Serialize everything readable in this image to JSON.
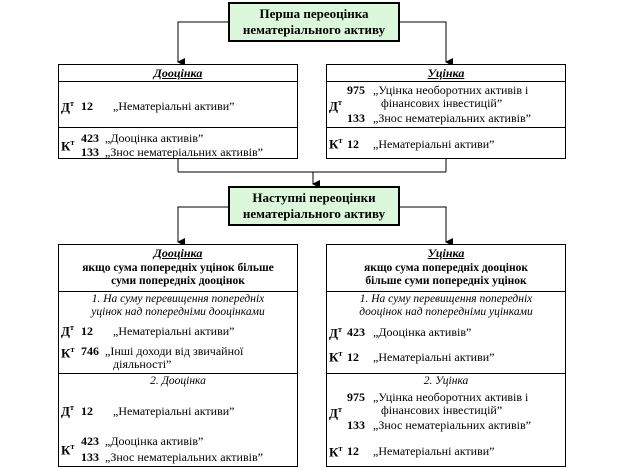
{
  "top_title": [
    "Перша переоцінка",
    "нематеріального активу"
  ],
  "mid_title": [
    "Наступні переоцінки",
    "нематеріального активу"
  ],
  "first": {
    "left": {
      "header": "Дооцінка",
      "dt_label": "Д",
      "kt_label": "К",
      "roman": "т",
      "dt": [
        {
          "acc": "12",
          "text": "„Нематеріальні активи”"
        }
      ],
      "kt": [
        {
          "acc": "423",
          "text": "„Дооцінка активів”"
        },
        {
          "acc": "133",
          "text": "„Знос нематеріальних активів”"
        }
      ]
    },
    "right": {
      "header": "Уцінка",
      "dt": [
        {
          "acc": "975",
          "text": "„Уцінка необоротних активів і"
        },
        {
          "acc": "",
          "text": "фінансових інвестицій”"
        },
        {
          "acc": "133",
          "text": "„Знос нематеріальних активів”"
        }
      ],
      "kt": [
        {
          "acc": "12",
          "text": "„Нематеріальні активи”"
        }
      ]
    }
  },
  "next": {
    "left": {
      "header": "Дооцінка",
      "condition": [
        "якщо сума попередніх уцінок більше",
        "суми попередніх дооцінок"
      ],
      "step1": [
        "1.  На суму перевищення попередніх",
        "уцінок над попередніми дооцінками"
      ],
      "step1_dt": [
        {
          "acc": "12",
          "text": "„Нематеріальні активи”"
        }
      ],
      "step1_kt": [
        {
          "acc": "746",
          "text": "„Інші доходи від звичайної"
        },
        {
          "acc": "",
          "text": "діяльності”"
        }
      ],
      "step2": "2.  Дооцінка",
      "step2_dt": [
        {
          "acc": "12",
          "text": "„Нематеріальні активи”"
        }
      ],
      "step2_kt": [
        {
          "acc": "423",
          "text": "„Дооцінка активів”"
        },
        {
          "acc": "133",
          "text": "„Знос нематеріальних активів”"
        }
      ]
    },
    "right": {
      "header": "Уцінка",
      "condition": [
        "якщо сума попередніх дооцінок",
        "більше суми попередніх уцінок"
      ],
      "step1": [
        "1.  На суму перевищення попередніх",
        "дооцінок над попередніми уцінками"
      ],
      "step1_dt": [
        {
          "acc": "423",
          "text": "„Дооцінка активів”"
        }
      ],
      "step1_kt": [
        {
          "acc": "12",
          "text": "„Нематеріальні активи”"
        }
      ],
      "step2": "2.  Уцінка",
      "step2_dt": [
        {
          "acc": "975",
          "text": "„Уцінка необоротних активів і"
        },
        {
          "acc": "",
          "text": "фінансових інвестицій”"
        },
        {
          "acc": "133",
          "text": "„Знос нематеріальних активів”"
        }
      ],
      "step2_kt": [
        {
          "acc": "12",
          "text": "„Нематеріальні активи”"
        }
      ]
    }
  },
  "colors": {
    "title_box_fill": "#dcf8dc",
    "line": "#000000"
  }
}
